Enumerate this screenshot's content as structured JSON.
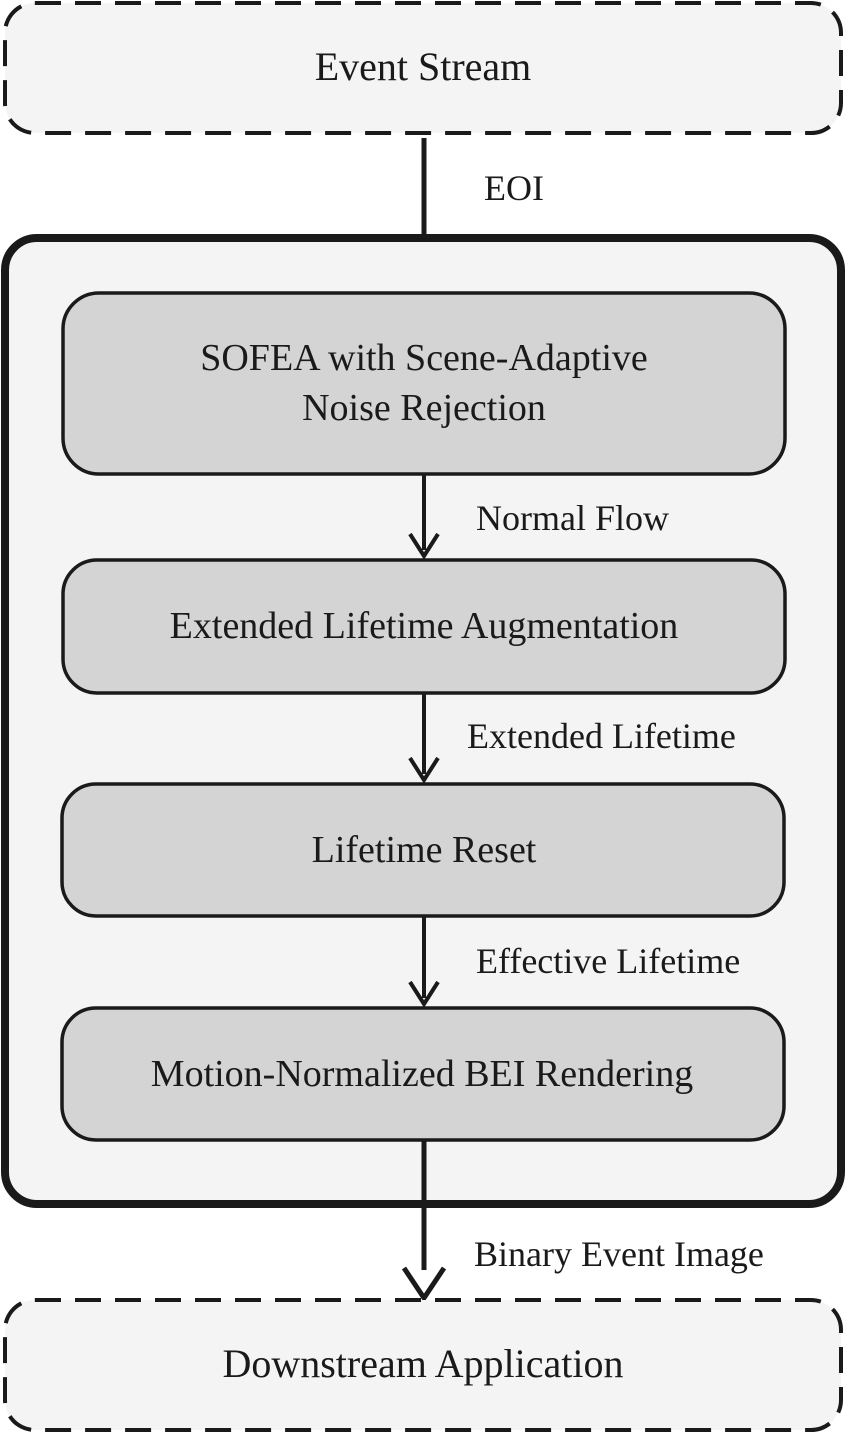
{
  "diagram": {
    "input": {
      "label": "Event Stream"
    },
    "input_edge": {
      "label": "EOI"
    },
    "pipeline": [
      {
        "id": "sofea",
        "lines": [
          "SOFEA with Scene-Adaptive",
          "Noise Rejection"
        ]
      },
      {
        "id": "ela",
        "lines": [
          "Extended Lifetime Augmentation"
        ]
      },
      {
        "id": "reset",
        "lines": [
          "Lifetime Reset"
        ]
      },
      {
        "id": "bei",
        "lines": [
          "Motion-Normalized BEI Rendering"
        ]
      }
    ],
    "edges": [
      {
        "label": "Normal Flow"
      },
      {
        "label": "Extended Lifetime"
      },
      {
        "label": "Effective Lifetime"
      }
    ],
    "output_edge": {
      "label": "Binary Event Image"
    },
    "output": {
      "label": "Downstream Application"
    }
  }
}
